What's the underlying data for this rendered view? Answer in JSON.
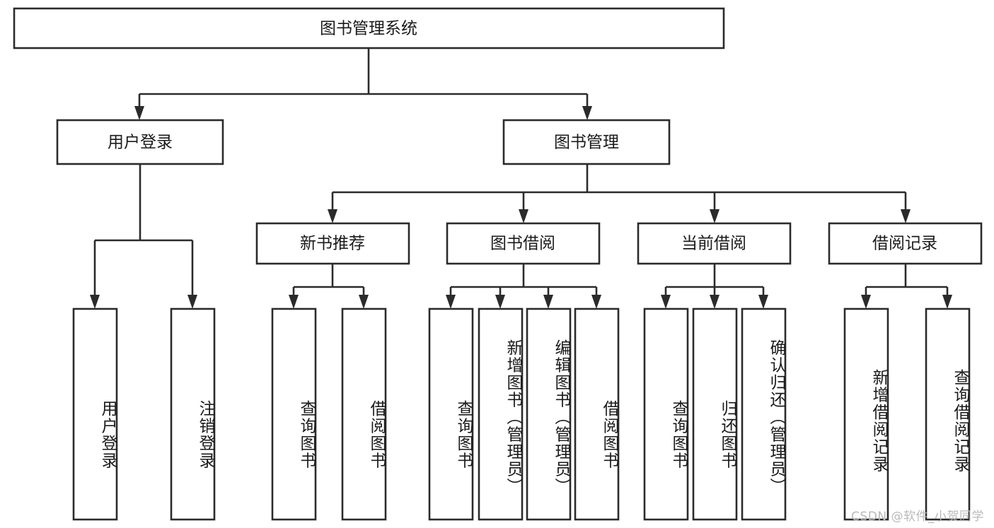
{
  "diagram": {
    "title": "图书管理系统",
    "type": "tree",
    "orientation": "top-down",
    "watermark": "CSDN @软件_小贺同学",
    "colors": {
      "stroke": "#2b2b2b",
      "fill": "#ffffff",
      "text": "#1a1a1a",
      "watermark": "#b9b9b9",
      "background": "#ffffff"
    },
    "root": {
      "label": "图书管理系统",
      "orientation": "horizontal"
    },
    "level2": [
      {
        "label": "用户登录",
        "orientation": "horizontal"
      },
      {
        "label": "图书管理",
        "orientation": "horizontal"
      }
    ],
    "level3": [
      {
        "label": "新书推荐",
        "orientation": "horizontal"
      },
      {
        "label": "图书借阅",
        "orientation": "horizontal"
      },
      {
        "label": "当前借阅",
        "orientation": "horizontal"
      },
      {
        "label": "借阅记录",
        "orientation": "horizontal"
      }
    ],
    "leaves": {
      "user_login": [
        {
          "label": "用户登录",
          "orientation": "vertical"
        },
        {
          "label": "注销登录",
          "orientation": "vertical"
        }
      ],
      "new_book_recommend": [
        {
          "label": "查询图书",
          "orientation": "vertical"
        },
        {
          "label": "借阅图书",
          "orientation": "vertical"
        }
      ],
      "book_borrow": [
        {
          "label": "查询图书",
          "orientation": "vertical"
        },
        {
          "label": "新增图书（管理员）",
          "orientation": "vertical"
        },
        {
          "label": "编辑图书（管理员）",
          "orientation": "vertical"
        },
        {
          "label": "借阅图书",
          "orientation": "vertical"
        }
      ],
      "current_borrow": [
        {
          "label": "查询图书",
          "orientation": "vertical"
        },
        {
          "label": "归还图书",
          "orientation": "vertical"
        },
        {
          "label": "确认归还（管理员）",
          "orientation": "vertical"
        }
      ],
      "borrow_record": [
        {
          "label": "新增借阅记录",
          "orientation": "vertical"
        },
        {
          "label": "查询借阅记录",
          "orientation": "vertical"
        }
      ]
    }
  }
}
